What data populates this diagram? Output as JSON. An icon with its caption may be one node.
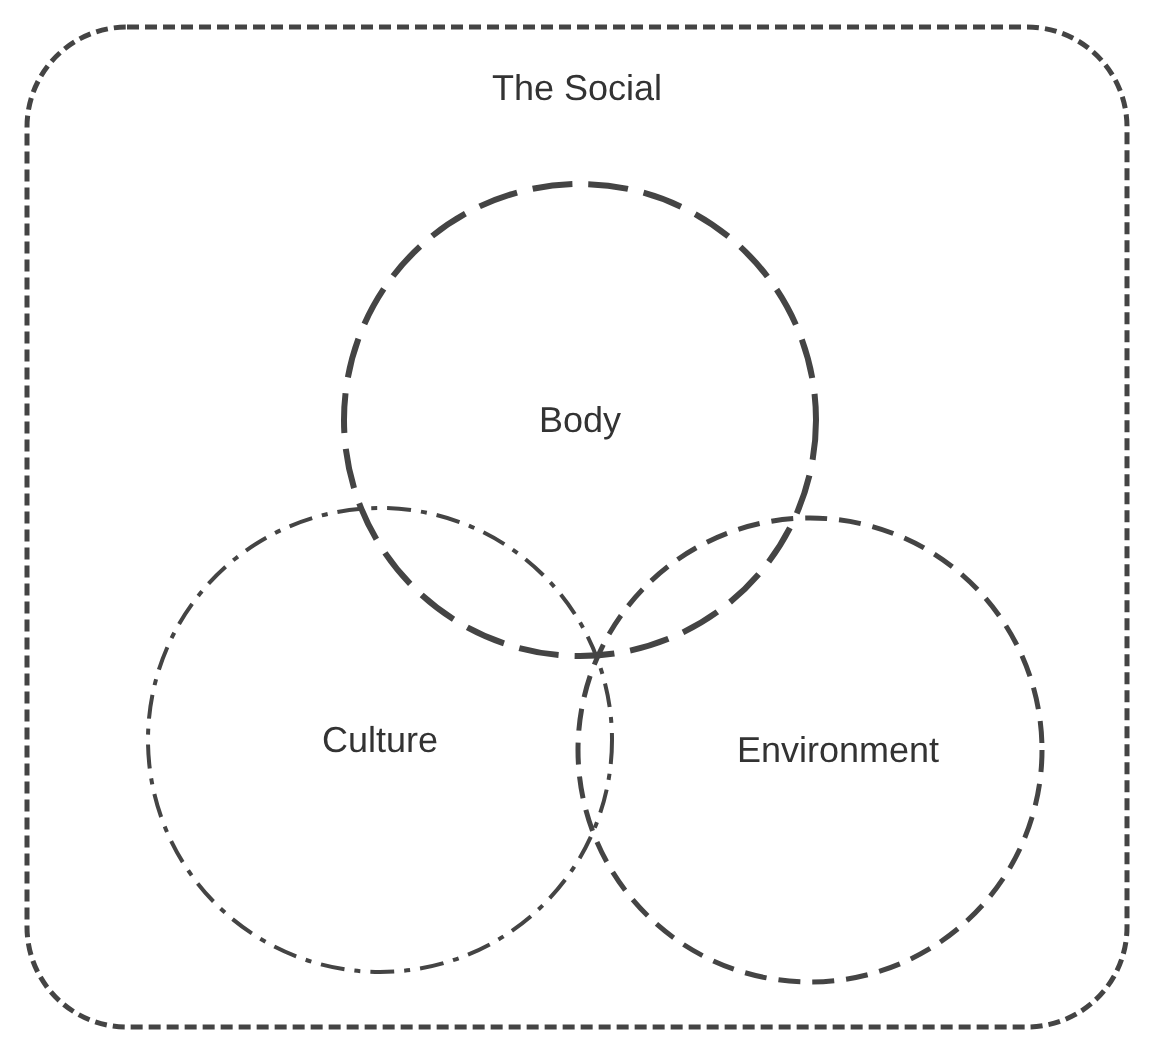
{
  "diagram": {
    "nodes": [
      {
        "text": [
          "The Social"
        ]
      },
      {
        "text": [
          "Body"
        ],
        "in": 0
      },
      {
        "text": [
          "Culture"
        ],
        "in": 0
      },
      {
        "text": [
          "Environment"
        ],
        "in": 0
      }
    ],
    "edges": []
  }
}
